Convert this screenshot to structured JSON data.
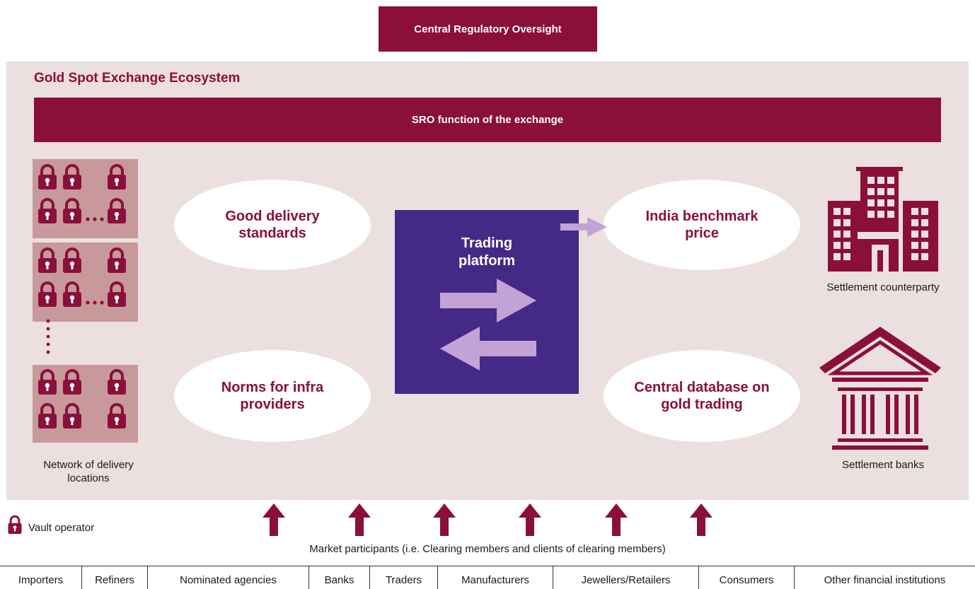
{
  "oversight": {
    "label": "Central Regulatory Oversight"
  },
  "ecosystem": {
    "title": "Gold Spot Exchange Ecosystem",
    "sro_label": "SRO function of the exchange"
  },
  "delivery": {
    "label": "Network of delivery locations"
  },
  "ovals": {
    "good_delivery": "Good delivery standards",
    "norms": "Norms for infra providers",
    "benchmark": "India benchmark price",
    "database": "Central database on gold trading"
  },
  "platform": {
    "label": "Trading platform"
  },
  "settlement": {
    "counterparty": "Settlement counterparty",
    "banks": "Settlement banks"
  },
  "legend": {
    "icon": "lock-icon",
    "label": "Vault operator"
  },
  "participants": {
    "caption": "Market participants (i.e. Clearing members and clients of clearing members)",
    "items": [
      "Importers",
      "Refiners",
      "Nominated agencies",
      "Banks",
      "Traders",
      "Manufacturers",
      "Jewellers/Retailers",
      "Consumers",
      "Other financial institutions"
    ]
  },
  "colors": {
    "maroon": "#8a0f3b",
    "pink_bg": "#ecdfdf",
    "vault_bg": "#c8999a",
    "purple": "#452986",
    "lavender": "#c2a3d6"
  }
}
